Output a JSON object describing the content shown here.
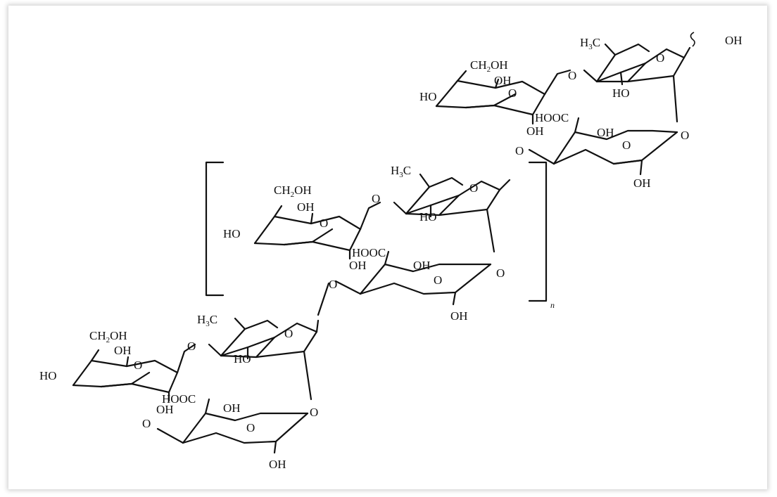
{
  "diagram": {
    "repeat_index": "n",
    "labels": {
      "oh": "OH",
      "ho": "HO",
      "o": "O",
      "ch2oh": "CH",
      "ch2oh_sub": "2",
      "ch2oh_tail": "OH",
      "h3c": "H",
      "h3c_sub": "3",
      "h3c_tail": "C",
      "hooc": "HOOC",
      "wavy_oh": "OH"
    }
  }
}
